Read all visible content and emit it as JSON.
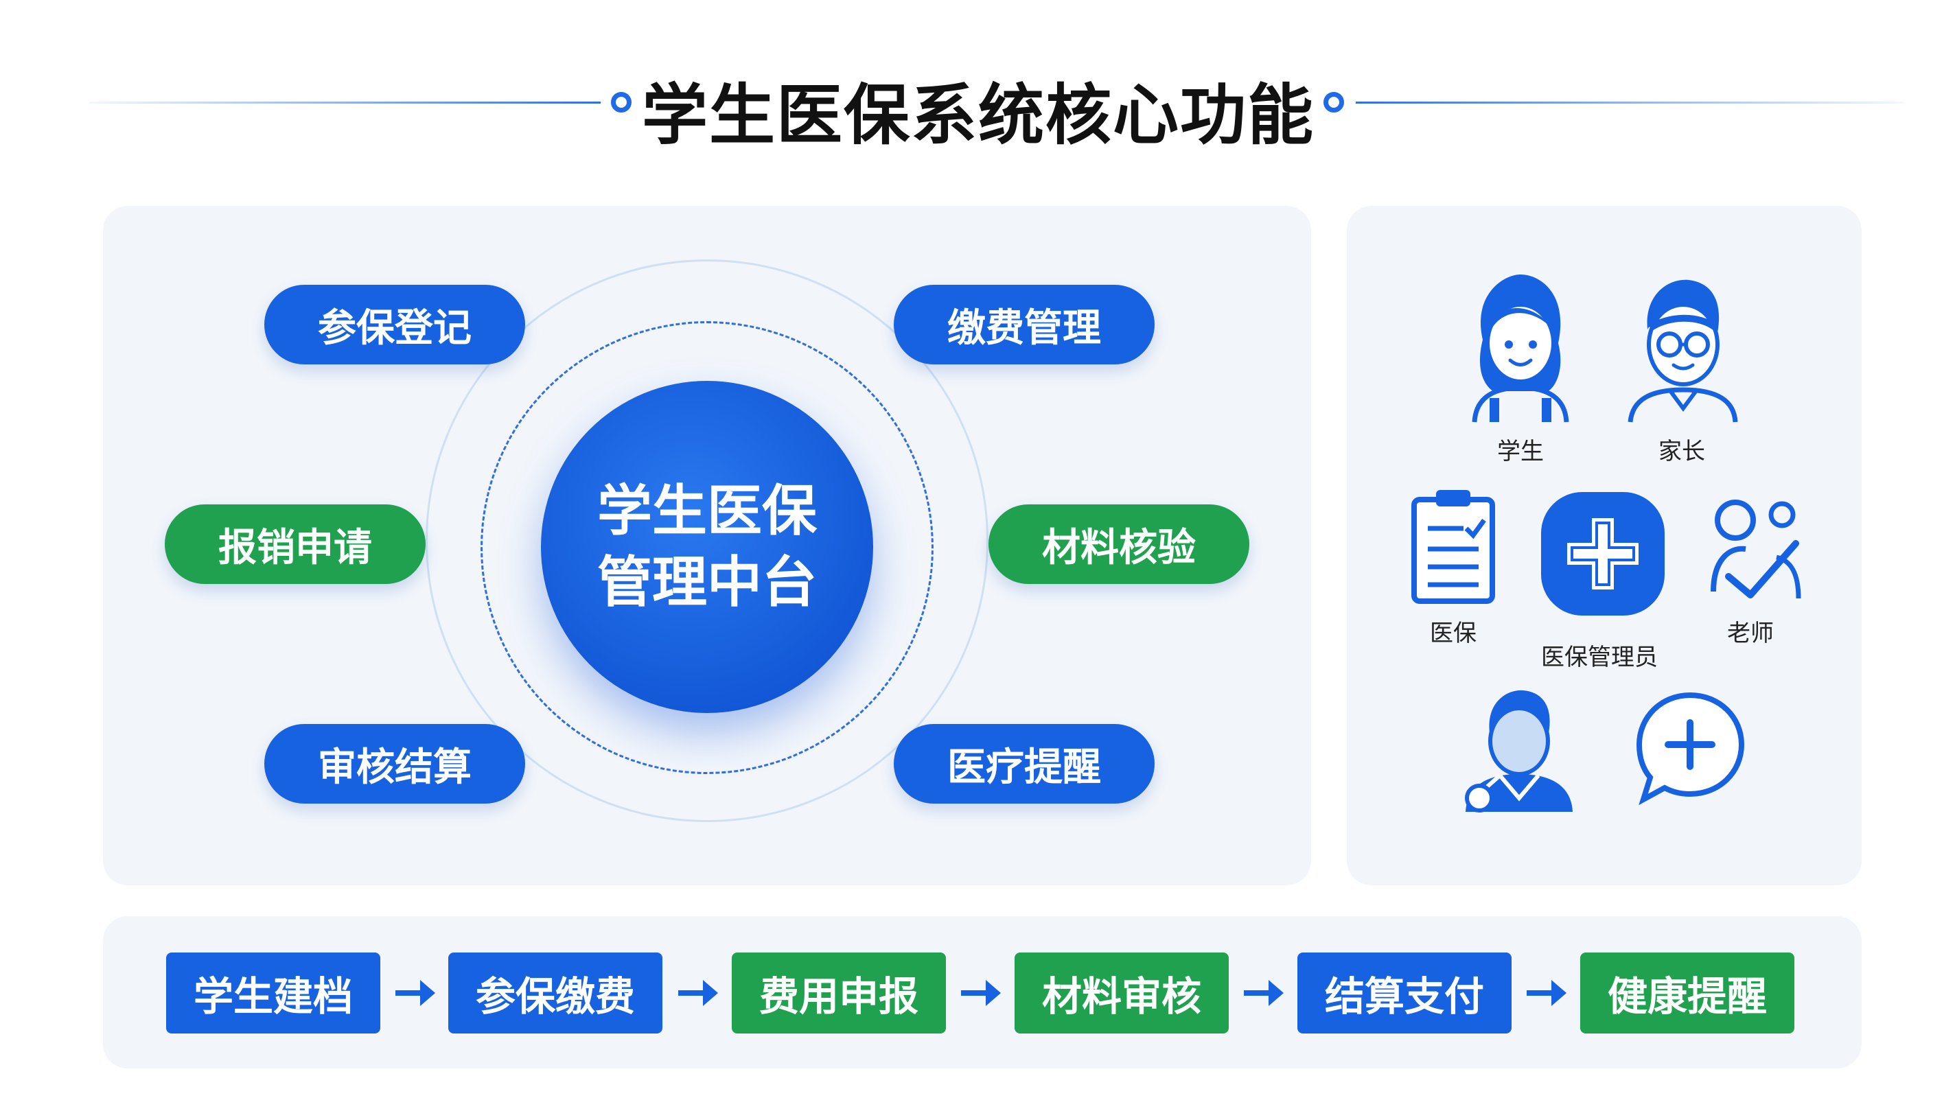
{
  "title": "学生医保系统核心功能",
  "hub": {
    "line1": "学生医保",
    "line2": "管理中台"
  },
  "functions": [
    {
      "label": "参保登记",
      "color": "blue"
    },
    {
      "label": "缴费管理",
      "color": "blue"
    },
    {
      "label": "报销申请",
      "color": "green"
    },
    {
      "label": "材料核验",
      "color": "green"
    },
    {
      "label": "审核结算",
      "color": "blue"
    },
    {
      "label": "医疗提醒",
      "color": "blue"
    }
  ],
  "roles": {
    "student": "学生",
    "parent": "家长",
    "medical": "医保",
    "admin": "医保管理员",
    "teacher": "老师"
  },
  "flow": [
    {
      "label": "学生建档",
      "color": "blue"
    },
    {
      "label": "参保缴费",
      "color": "blue"
    },
    {
      "label": "费用申报",
      "color": "green"
    },
    {
      "label": "材料审核",
      "color": "green"
    },
    {
      "label": "结算支付",
      "color": "blue"
    },
    {
      "label": "健康提醒",
      "color": "green"
    }
  ],
  "colors": {
    "blue": "#1762e0",
    "green": "#1fa14f",
    "accent": "#2f6fe0"
  }
}
